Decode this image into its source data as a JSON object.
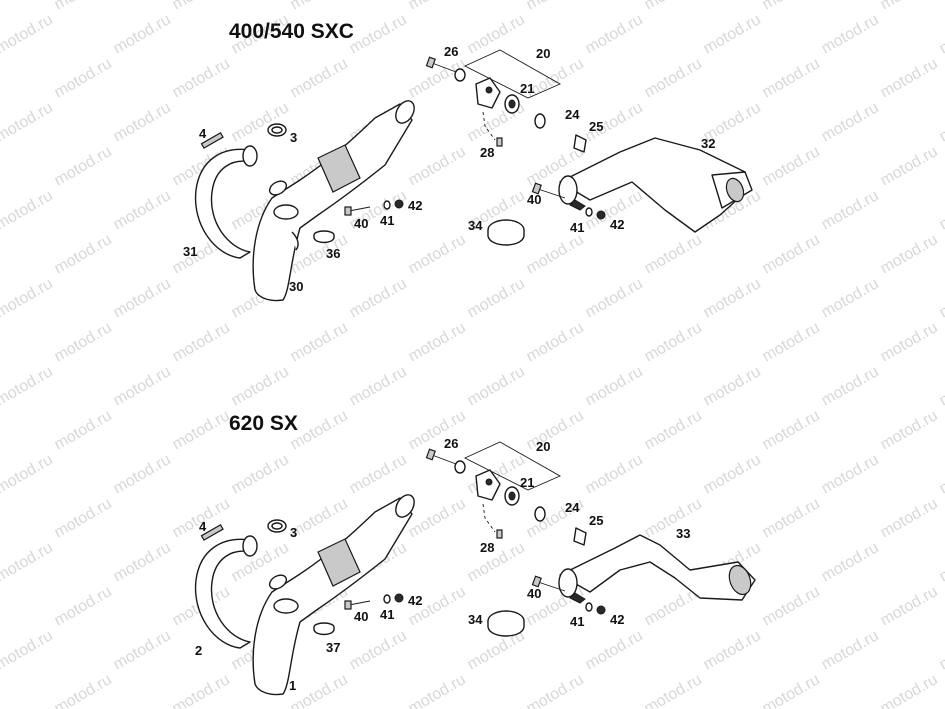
{
  "watermark": "motod.ru",
  "sections": [
    {
      "title": "400/540 SXC",
      "labels": {
        "l26": "26",
        "l20": "20",
        "l21": "21",
        "l24": "24",
        "l25": "25",
        "l28": "28",
        "l32": "32",
        "l4": "4",
        "l3": "3",
        "l31": "31",
        "l30": "30",
        "l36": "36",
        "l40a": "40",
        "l41a": "41",
        "l42a": "42",
        "l40b": "40",
        "l41b": "41",
        "l42b": "42",
        "l34": "34"
      }
    },
    {
      "title": "620 SX",
      "labels": {
        "l26": "26",
        "l20": "20",
        "l21": "21",
        "l24": "24",
        "l25": "25",
        "l28": "28",
        "l33": "33",
        "l4": "4",
        "l3": "3",
        "l2": "2",
        "l1": "1",
        "l37": "37",
        "l40a": "40",
        "l41a": "41",
        "l42a": "42",
        "l40b": "40",
        "l41b": "41",
        "l42b": "42",
        "l34": "34"
      }
    }
  ],
  "colors": {
    "line": "#1a1a1a",
    "shade": "#c9c9c9",
    "watermark": "#d8d8d8"
  }
}
